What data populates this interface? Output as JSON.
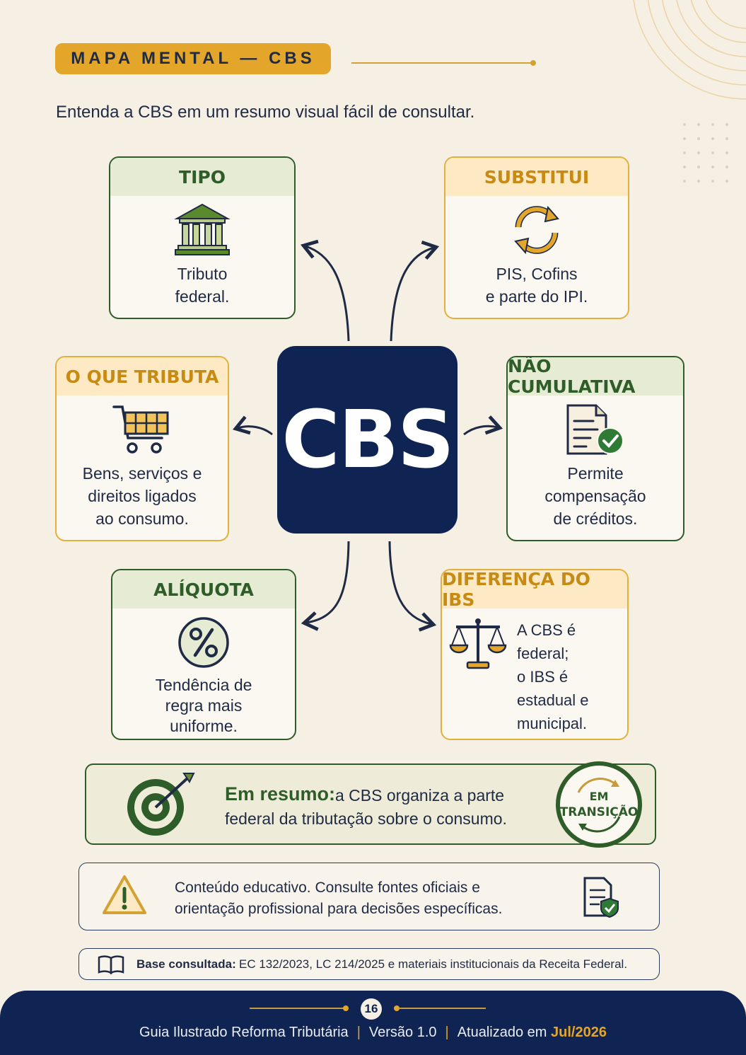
{
  "header": {
    "title": "MAPA MENTAL — CBS",
    "subtitle": "Entenda a CBS em um resumo visual fácil de consultar."
  },
  "center": {
    "label": "CBS"
  },
  "cards": {
    "tipo": {
      "title": "TIPO",
      "text": "Tributo\nfederal.",
      "icon": "bank-building-icon"
    },
    "substitui": {
      "title": "SUBSTITUI",
      "text": "PIS, Cofins\ne parte do IPI.",
      "icon": "refresh-cycle-icon"
    },
    "o_que_tributa": {
      "title": "O QUE TRIBUTA",
      "text": "Bens, serviços e\ndireitos ligados\nao consumo.",
      "icon": "shopping-cart-icon"
    },
    "nao_cumulativa": {
      "title": "NÃO CUMULATIVA",
      "text": "Permite\ncompensação\nde créditos.",
      "icon": "document-check-icon"
    },
    "aliquota": {
      "title": "ALÍQUOTA",
      "text": "Tendência de\nregra mais\nuniforme.",
      "icon": "percent-icon"
    },
    "diferenca_ibs": {
      "title": "DIFERENÇA DO IBS",
      "text": "A CBS é federal;\no IBS é\nestadual e\nmunicipal.",
      "icon": "scales-icon"
    }
  },
  "summary": {
    "label": "Em resumo:",
    "line1": "a CBS organiza a parte",
    "line2": "federal da tributação sobre o consumo.",
    "icon": "target-icon"
  },
  "badge": {
    "line1": "EM",
    "line2": "TRANSIÇÃO"
  },
  "notice": {
    "text": "Conteúdo educativo. Consulte fontes oficiais e\norientação profissional para decisões específicas.",
    "icon": "warning-icon",
    "right_icon": "secure-document-icon"
  },
  "base": {
    "label": "Base consultada:",
    "text": "EC 132/2023, LC 214/2025 e materiais institucionais da Receita Federal.",
    "icon": "book-icon"
  },
  "footer": {
    "page_number": "16",
    "guide": "Guia Ilustrado Reforma Tributária",
    "version": "Versão 1.0",
    "updated_prefix": "Atualizado em",
    "updated_date": "Jul/2026"
  },
  "colors": {
    "navy": "#0f2453",
    "green": "#2f5d2a",
    "gold": "#e3a62a",
    "background": "#f5efe4"
  }
}
